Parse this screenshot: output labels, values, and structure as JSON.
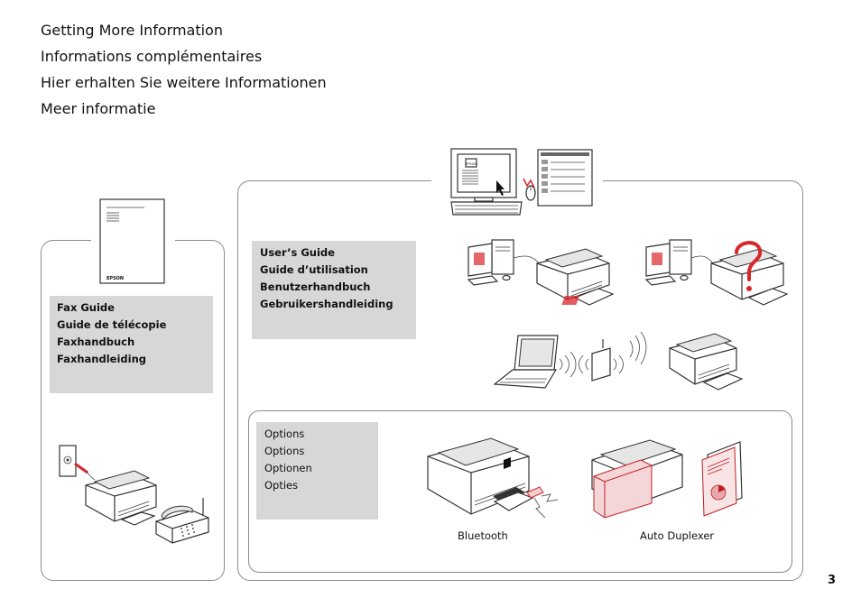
{
  "headings": [
    "Getting More Information",
    "Informations complémentaires",
    "Hier erhalten Sie weitere Informationen",
    "Meer informatie"
  ],
  "fax_guide": {
    "lines": [
      "Fax Guide",
      "Guide de télécopie",
      "Faxhandbuch",
      "Faxhandleiding"
    ],
    "booklet_brand": "EPSON"
  },
  "users_guide": {
    "lines": [
      "User’s Guide",
      "Guide d’utilisation",
      "Benutzerhandbuch",
      "Gebruikershandleiding"
    ],
    "screen_icon_text": "EPSON"
  },
  "options": {
    "lines": [
      "Options",
      "Options",
      "Optionen",
      "Opties"
    ],
    "bluetooth_caption": "Bluetooth",
    "duplexer_caption": "Auto Duplexer"
  },
  "page_number": "3",
  "colors": {
    "accent_red": "#d9262b",
    "box_gray": "#d7d7d7",
    "panel_border": "#8a8a8a"
  }
}
